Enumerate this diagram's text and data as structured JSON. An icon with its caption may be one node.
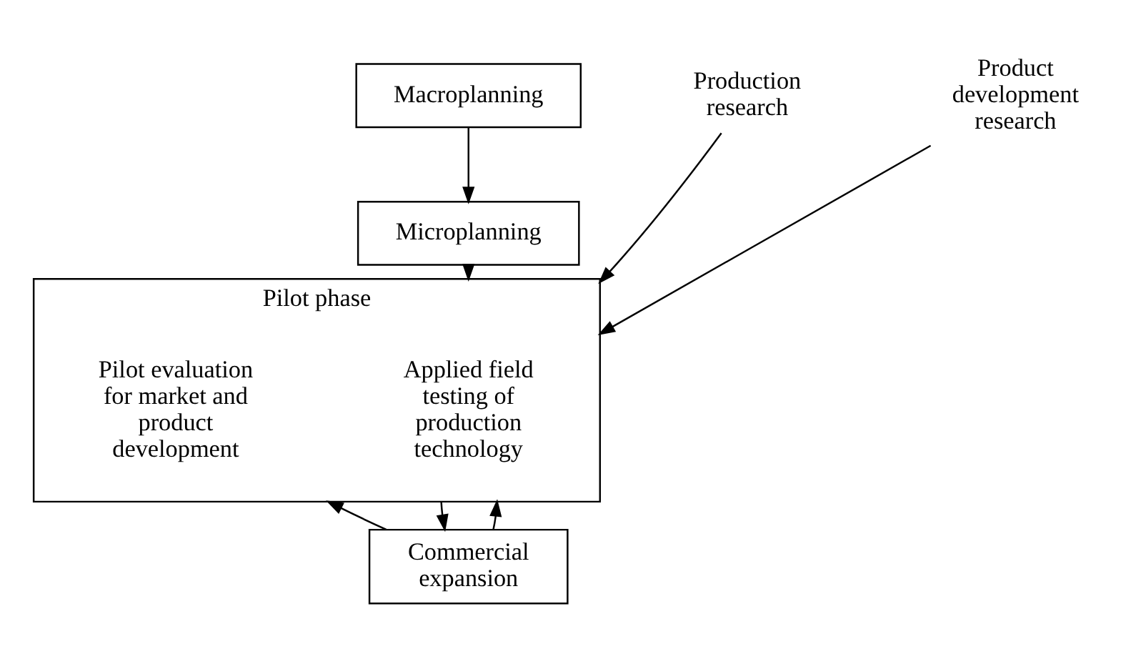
{
  "diagram": {
    "nodes": [
      {
        "text": [
          "Macroplanning"
        ]
      },
      {
        "text": [
          "Microplanning"
        ]
      },
      {
        "text": [
          "Pilot phase"
        ]
      },
      {
        "text": [
          "Applied field testing of production technology"
        ],
        "in": 2
      },
      {
        "text": [
          "Pilot evaluation for market and product development"
        ],
        "in": 2
      },
      {
        "text": [
          "Commercial expansion"
        ]
      },
      {
        "text": [
          "Production research"
        ]
      },
      {
        "text": [
          "Product development research"
        ]
      }
    ],
    "edges": [
      {
        "from": 0,
        "to": 1,
        "arrow": "to"
      },
      {
        "from": 1,
        "to": 2,
        "arrow": "to"
      },
      {
        "from": 6,
        "to": 2,
        "arrow": "to"
      },
      {
        "from": 7,
        "to": 2,
        "arrow": "to"
      },
      {
        "from": 2,
        "to": 5,
        "arrow": "to"
      },
      {
        "from": 5,
        "to": 2,
        "arrow": "to"
      },
      {
        "from": 5,
        "to": 2,
        "arrow": "to"
      }
    ]
  }
}
